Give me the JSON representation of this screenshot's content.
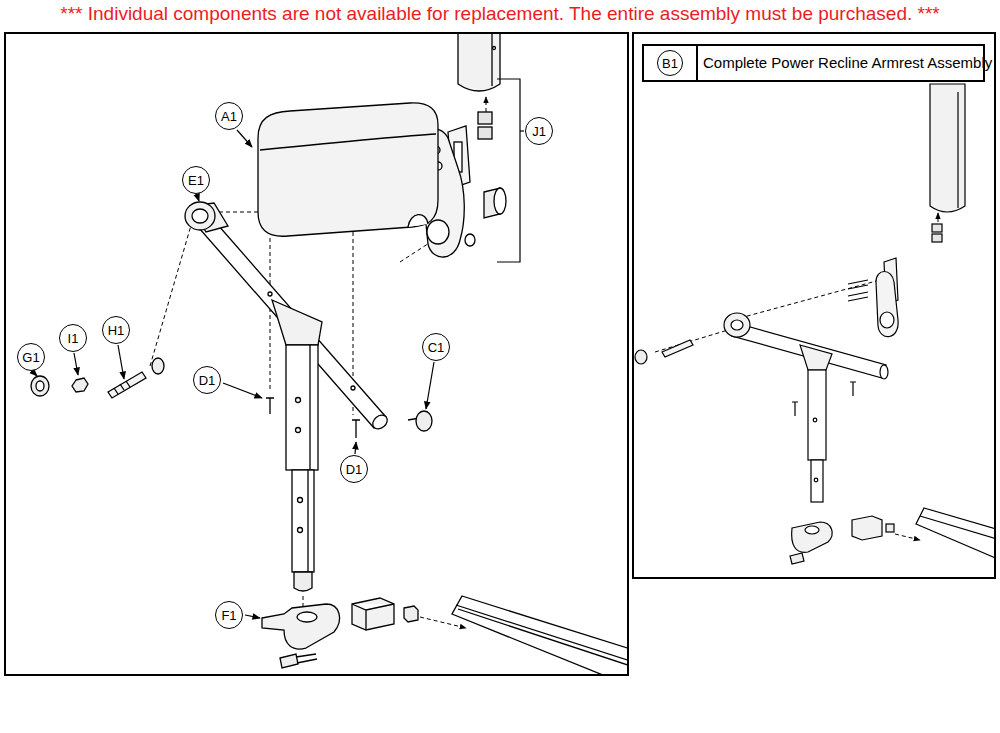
{
  "diagram": {
    "title": "*** Individual components are not available for replacement. The entire assembly must be purchased. ***",
    "nodes": [
      {
        "text": [
          "B1",
          "Complete Power Recline Armrest Assembly"
        ]
      }
    ],
    "labels": [
      "A1",
      "E1",
      "G1",
      "I1",
      "H1",
      "D1",
      "D1",
      "C1",
      "F1",
      "J1"
    ]
  }
}
